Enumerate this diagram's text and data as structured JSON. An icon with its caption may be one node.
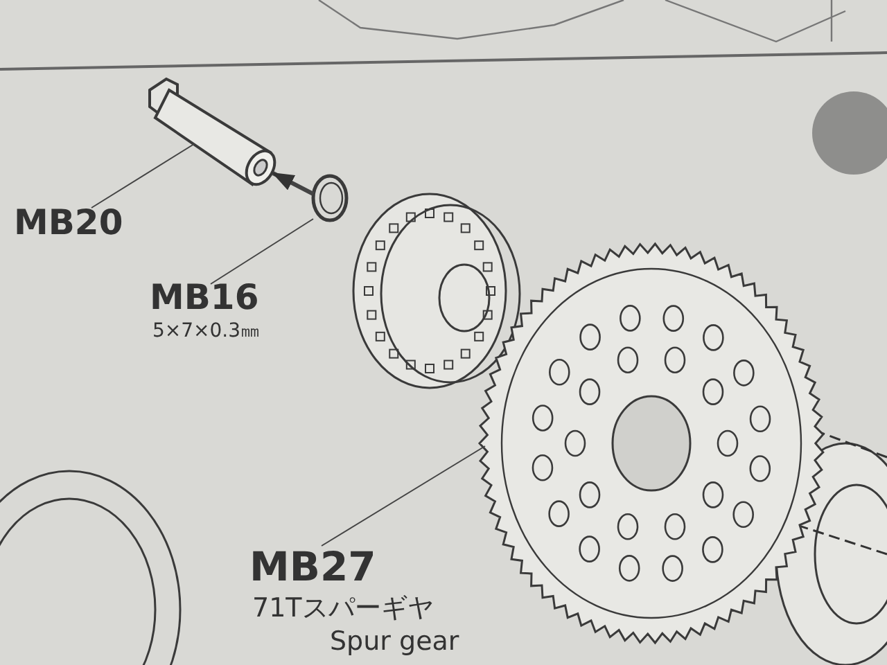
{
  "diagram": {
    "nodes": [
      {
        "text": [
          "MB20"
        ]
      },
      {
        "text": [],
        "shape": "picture"
      },
      {
        "text": [
          "MB16"
        ],
        "beside": [
          "5×7×0.3㎜"
        ]
      },
      {
        "text": [],
        "shape": "picture"
      },
      {
        "text": [
          "MB27"
        ],
        "beside": [
          "71Tスパーギヤ",
          "Spur gear"
        ]
      },
      {
        "text": [],
        "shape": "picture"
      }
    ],
    "edges": [
      {
        "from": 0,
        "to": 1,
        "arrow": "none"
      },
      {
        "from": 2,
        "to": 3,
        "arrow": "none"
      },
      {
        "from": 4,
        "to": 5,
        "arrow": "none"
      },
      {
        "from": 3,
        "to": 1,
        "arrow": "to",
        "style": "thick"
      }
    ]
  }
}
